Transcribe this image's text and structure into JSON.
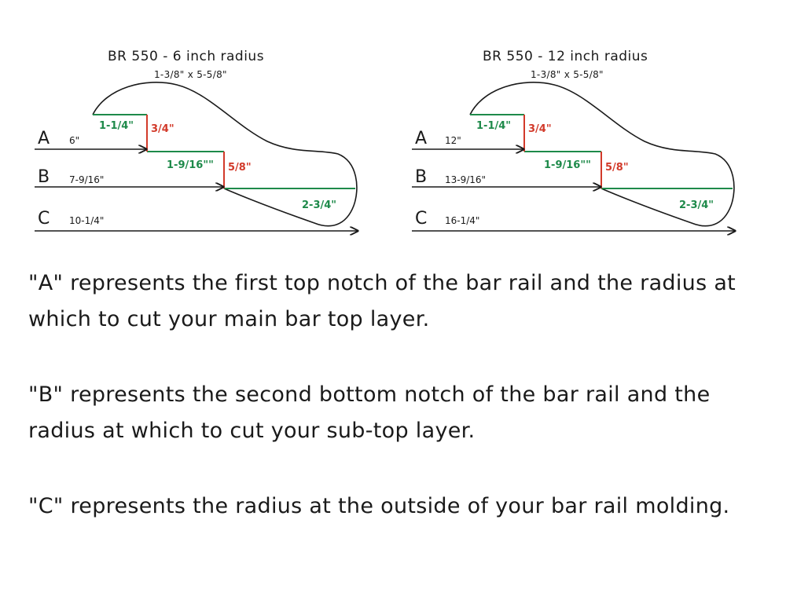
{
  "diagrams": [
    {
      "title": "BR 550 - 6 inch radius",
      "subtitle": "1-3/8\" x 5-5/8\"",
      "rows": [
        {
          "letter": "A",
          "radius": "6\""
        },
        {
          "letter": "B",
          "radius": "7-9/16\""
        },
        {
          "letter": "C",
          "radius": "10-1/4\""
        }
      ],
      "dims": {
        "d1": "1-1/4\"",
        "d2": "3/4\"",
        "d3": "1-9/16\"\"",
        "d4": "5/8\"",
        "d5": "2-3/4\""
      }
    },
    {
      "title": "BR 550 - 12 inch radius",
      "subtitle": "1-3/8\" x 5-5/8\"",
      "rows": [
        {
          "letter": "A",
          "radius": "12\""
        },
        {
          "letter": "B",
          "radius": "13-9/16\""
        },
        {
          "letter": "C",
          "radius": "16-1/4\""
        }
      ],
      "dims": {
        "d1": "1-1/4\"",
        "d2": "3/4\"",
        "d3": "1-9/16\"\"",
        "d4": "5/8\"",
        "d5": "2-3/4\""
      }
    }
  ],
  "descriptions": [
    "\"A\" represents the first top notch of the bar rail and the radius at which to cut your main bar top layer.",
    "\"B\" represents the second bottom notch of the bar rail and the radius at which to cut your sub-top layer.",
    "\"C\" represents the radius at the outside of your bar rail molding."
  ],
  "colors": {
    "green": "#1e8a4a",
    "red": "#d23a2a",
    "ink": "#1a1a1a"
  }
}
